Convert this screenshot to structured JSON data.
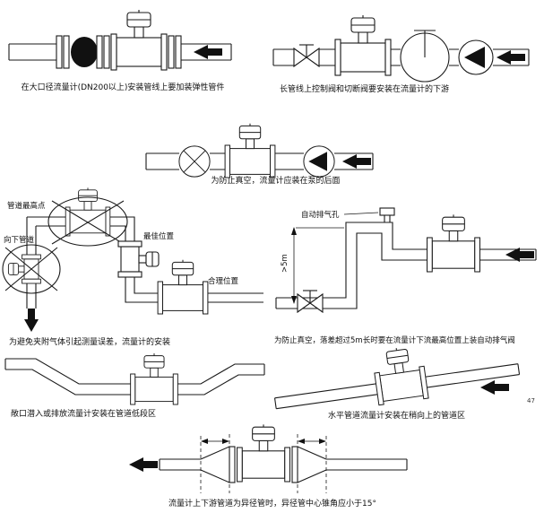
{
  "page": {
    "number": "47"
  },
  "diagrams": {
    "d1": {
      "caption": "在大口径流量计(DN200以上)安装管线上要加装弹性管件"
    },
    "d2": {
      "caption": "长管线上控制阀和切断阀要安装在流量计的下游"
    },
    "d3": {
      "caption": "为防止真空，流量计应装在泵的后面"
    },
    "d4": {
      "caption": "为避免夹附气体引起测量误差，流量计的安装",
      "labels": {
        "highest_point": "管道最高点",
        "down_pipe": "向下管道",
        "best_position": "最佳位置",
        "reasonable_position": "合理位置"
      }
    },
    "d5": {
      "caption": "为防止真空，落差超过5m长时要在流量计下流最高位置上装自动排气阀",
      "labels": {
        "auto_vent": "自动排气孔",
        "drop": ">5m"
      }
    },
    "d6": {
      "caption": "敞口潜入或排放流量计安装在管道低段区"
    },
    "d7": {
      "caption": "水平管道流量计安装在稍向上的管道区"
    },
    "d8": {
      "caption": "流量计上下游管道为异径管时，异径管中心锥角应小于15°"
    }
  }
}
